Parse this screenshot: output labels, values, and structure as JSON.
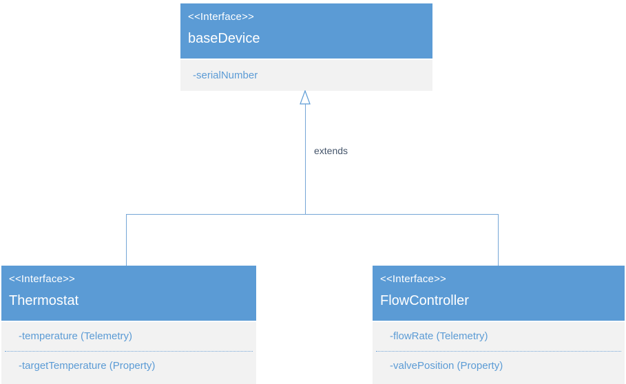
{
  "diagram": {
    "type": "uml-interface-inheritance",
    "relationship": {
      "label": "extends",
      "kind": "generalization-hollow-triangle"
    },
    "colors": {
      "header_blue": "#5B9BD5",
      "body_gray": "#F2F2F2",
      "attribute_text_blue": "#5B9BD5",
      "connector_blue": "#74A5D6",
      "label_text": "#44546A",
      "header_text": "#FFFFFF"
    },
    "nodes": [
      {
        "id": "baseDevice",
        "stereotype": "<<Interface>>",
        "name": "baseDevice",
        "attributes": [
          "-serialNumber"
        ]
      },
      {
        "id": "Thermostat",
        "stereotype": "<<Interface>>",
        "name": "Thermostat",
        "attributes": [
          "-temperature (Telemetry)",
          "-targetTemperature (Property)"
        ]
      },
      {
        "id": "FlowController",
        "stereotype": "<<Interface>>",
        "name": "FlowController",
        "attributes": [
          "-flowRate (Telemetry)",
          "-valvePosition (Property)"
        ]
      }
    ]
  }
}
